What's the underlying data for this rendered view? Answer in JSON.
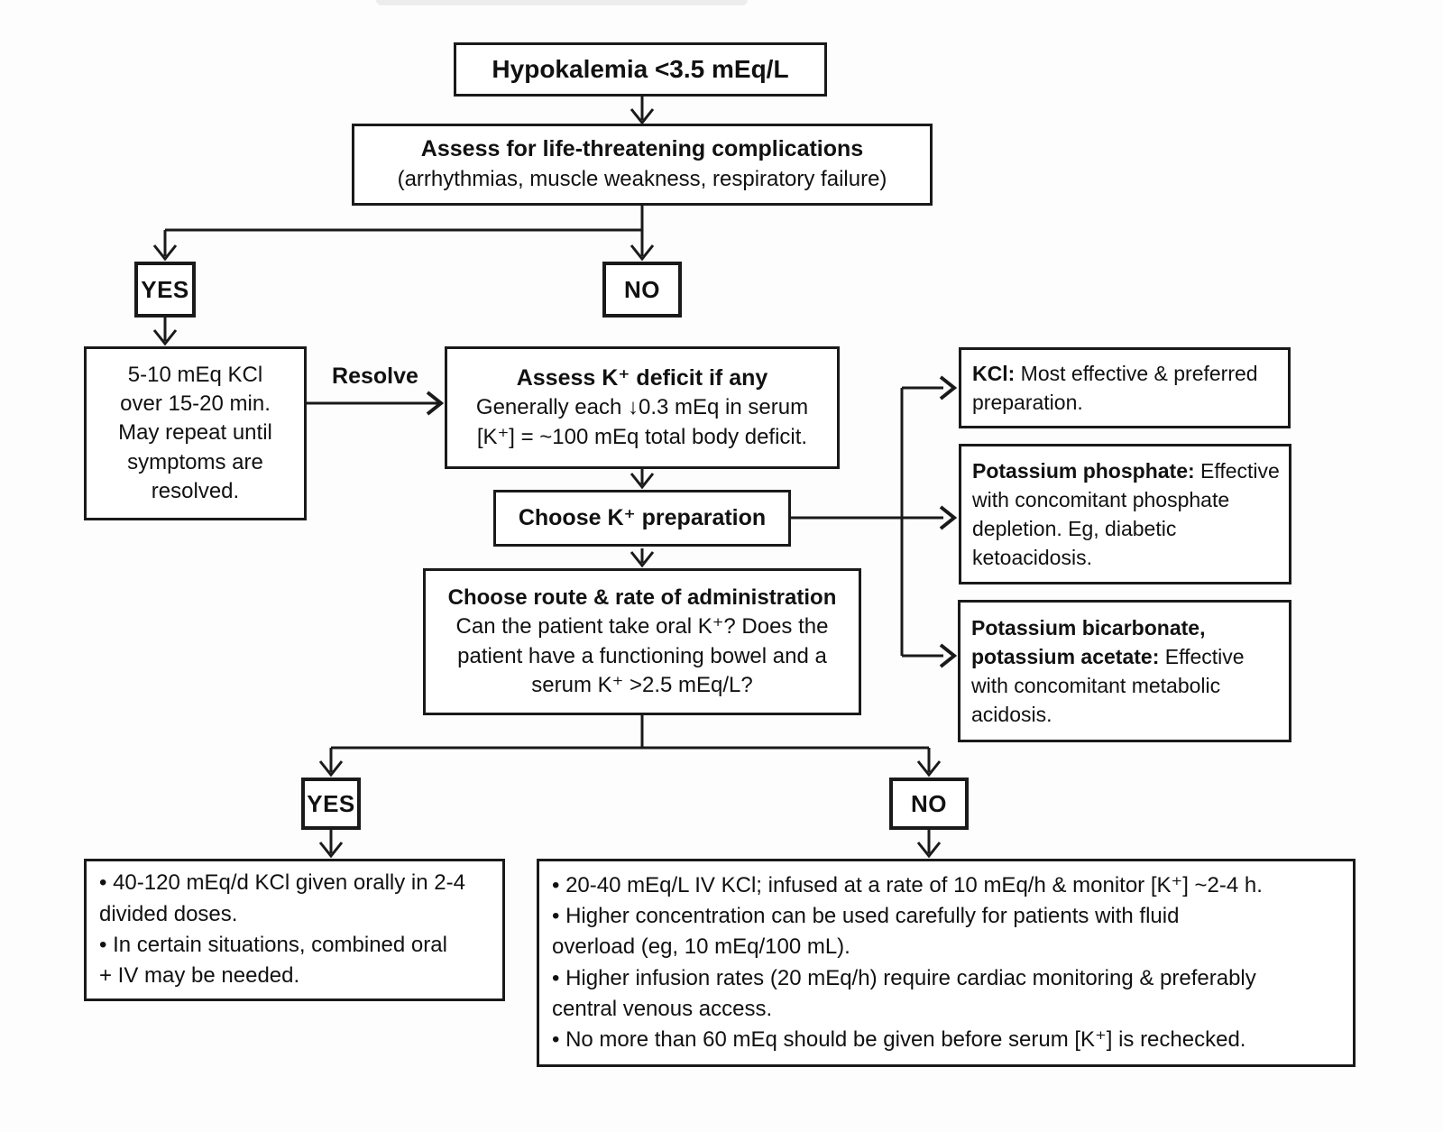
{
  "flowchart": {
    "start": {
      "title": "Hypokalemia <3.5 mEq/L"
    },
    "complications": {
      "heading": "Assess for life-threatening complications",
      "detail": "(arrhythmias, muscle weakness, respiratory failure)"
    },
    "top_branch": {
      "yes_label": "YES",
      "no_label": "NO"
    },
    "iv_bolus": {
      "lines": [
        "5-10 mEq KCl",
        "over 15-20 min.",
        "May repeat until",
        "symptoms are",
        "resolved."
      ]
    },
    "resolve_label": "Resolve",
    "deficit": {
      "heading": "Assess K⁺ deficit if any",
      "lines": [
        "Generally each ↓0.3 mEq in serum",
        "[K⁺] = ~100 mEq total body deficit."
      ]
    },
    "choose_preparation": {
      "title": "Choose K⁺ preparation"
    },
    "preparations": {
      "kcl": {
        "lines": [
          {
            "b": "KCl:",
            "t": " Most effective & preferred"
          },
          {
            "t": "preparation."
          }
        ]
      },
      "phosphate": {
        "lines": [
          {
            "b": "Potassium phosphate:",
            "t": " Effective"
          },
          {
            "t": "with concomitant phosphate"
          },
          {
            "t": "depletion. Eg, diabetic"
          },
          {
            "t": "ketoacidosis."
          }
        ]
      },
      "bicarbonate": {
        "lines": [
          {
            "b": "Potassium bicarbonate,"
          },
          {
            "b": "potassium acetate:",
            "t": "  Effective"
          },
          {
            "t": "with concomitant metabolic"
          },
          {
            "t": "acidosis."
          }
        ]
      }
    },
    "choose_route": {
      "heading": "Choose route & rate of administration",
      "lines": [
        "Can the patient take oral K⁺? Does the",
        "patient have a functioning bowel and a",
        "serum K⁺ >2.5 mEq/L?"
      ]
    },
    "bottom_branch": {
      "yes_label": "YES",
      "no_label": "NO"
    },
    "oral_therapy": {
      "lines": [
        "• 40-120 mEq/d KCl given orally in 2-4",
        "divided doses.",
        "• In certain situations, combined oral",
        "+ IV may be needed."
      ]
    },
    "iv_therapy": {
      "lines": [
        "• 20-40 mEq/L IV KCl; infused at a rate of 10 mEq/h & monitor [K⁺] ~2-4 h.",
        "• Higher concentration can be used carefully for patients with fluid",
        "overload (eg, 10 mEq/100 mL).",
        "• Higher infusion rates (20 mEq/h) require cardiac monitoring & preferably",
        "central venous access.",
        "• No more than 60 mEq should be given before serum [K⁺] is rechecked."
      ]
    }
  },
  "colors": {
    "line": "#1a1a1a",
    "background": "#fdfdfd",
    "box_fill": "#ffffff",
    "text": "#111111"
  }
}
